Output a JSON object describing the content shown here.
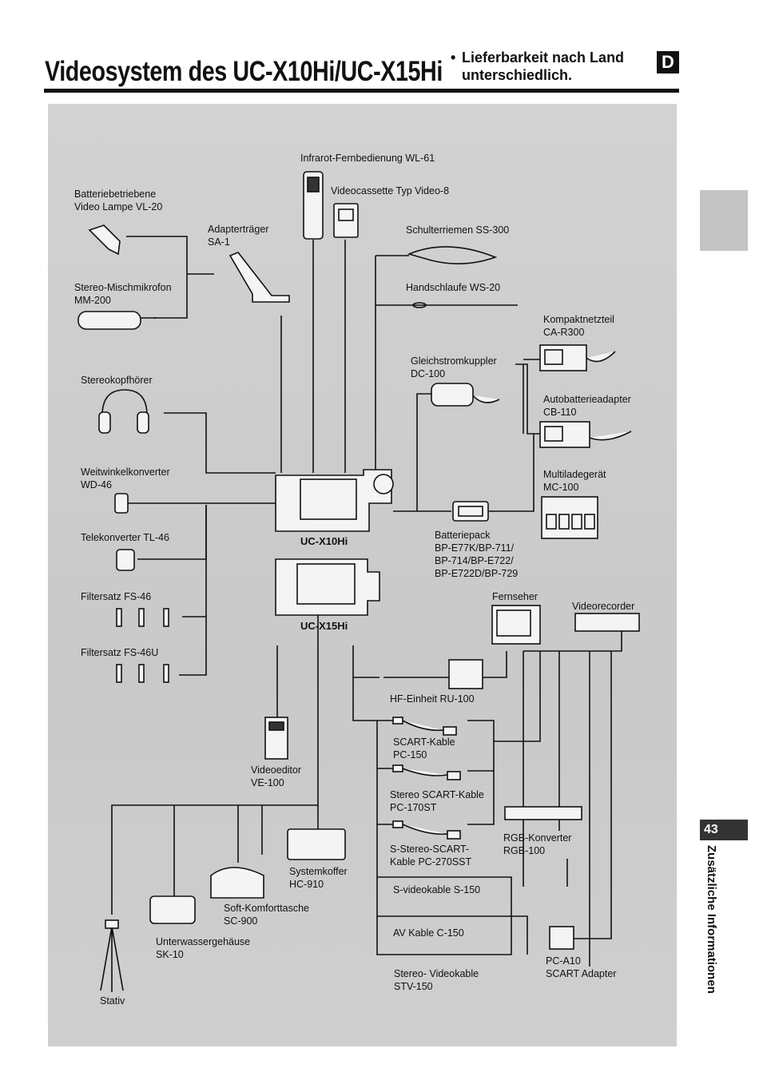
{
  "header": {
    "title": "Videosystem des UC-X10Hi/UC-X15Hi",
    "note_bullet": "•",
    "note_line1": "Lieferbarkeit nach Land",
    "note_line2": "unterschiedlich.",
    "language_badge": "D"
  },
  "side": {
    "page_number": "43",
    "section": "Zusätzliche Informationen"
  },
  "labels": {
    "remote": "Infrarot-Fernbedienung WL-61",
    "cassette": "Videocassette Typ Video-8",
    "lamp_1": "Batteriebetriebene",
    "lamp_2": "Video Lampe VL-20",
    "adapter_1": "Adapterträger",
    "adapter_2": "SA-1",
    "strap": "Schulterriemen SS-300",
    "mic_1": "Stereo-Mischmikrofon",
    "mic_2": "MM-200",
    "handstrap": "Handschlaufe WS-20",
    "psu_1": "Kompaktnetzteil",
    "psu_2": "CA-R300",
    "dc_1": "Gleichstromkuppler",
    "dc_2": "DC-100",
    "headphones": "Stereokopfhörer",
    "car_1": "Autobatterieadapter",
    "car_2": "CB-110",
    "wide_1": "Weitwinkelkonverter",
    "wide_2": "WD-46",
    "charger_1": "Multiladegerät",
    "charger_2": "MC-100",
    "x10": "UC-X10Hi",
    "tele": "Telekonverter TL-46",
    "battery_1": "Batteriepack",
    "battery_2": "BP-E77K/BP-711/",
    "battery_3": "BP-714/BP-E722/",
    "battery_4": "BP-E722D/BP-729",
    "filter1": "Filtersatz FS-46",
    "tv": "Fernseher",
    "vcr": "Videorecorder",
    "x15": "UC-X15Hi",
    "filter2": "Filtersatz FS-46U",
    "rf": "HF-Einheit RU-100",
    "scart_1": "SCART-Kable",
    "scart_2": "PC-150",
    "editor_1": "Videoeditor",
    "editor_2": "VE-100",
    "sscart_1": "Stereo SCART-Kable",
    "sscart_2": "PC-170ST",
    "rgb_1": "RGB-Konverter",
    "rgb_2": "RGB-100",
    "s_sscart_1": "S-Stereo-SCART-",
    "s_sscart_2": "Kable PC-270SST",
    "case_1": "Systemkoffer",
    "case_2": "HC-910",
    "svideo": "S-videokable S-150",
    "bag_1": "Soft-Komforttasche",
    "bag_2": "SC-900",
    "av": "AV Kable C-150",
    "housing_1": "Unterwassergehäuse",
    "housing_2": "SK-10",
    "stvideo_1": "Stereo- Videokable",
    "stvideo_2": "STV-150",
    "pca_1": "PC-A10",
    "pca_2": "SCART Adapter",
    "tripod": "Stativ"
  }
}
